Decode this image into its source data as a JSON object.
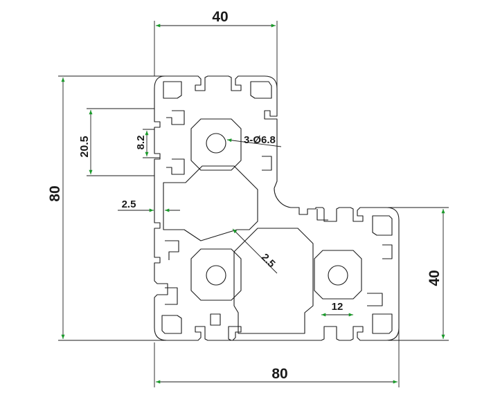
{
  "drawing": {
    "accent_color": "#1a9a2a",
    "line_color": "#1a1a1a",
    "dimensions": {
      "top_width": "40",
      "left_height": "80",
      "slot_pitch": "20.5",
      "slot_opening": "8.2",
      "holes": "3-Ø6.8",
      "wall_left": "2.5",
      "wall_diag": "2.5",
      "right_height": "40",
      "slot_width": "12",
      "bottom_width": "80"
    }
  }
}
